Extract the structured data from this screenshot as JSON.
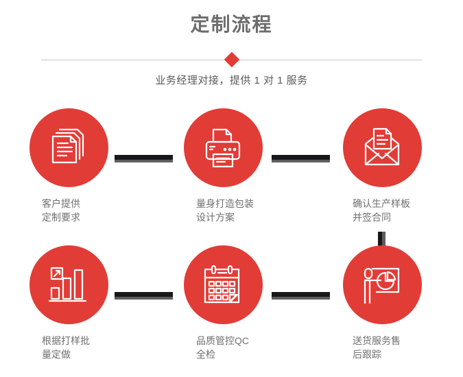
{
  "header": {
    "title": "定制流程",
    "subtitle": "业务经理对接，提供 1 对 1 服务",
    "accent_color": "#e23c37",
    "title_color": "#6d6d6d",
    "divider_color": "#c7c7c7",
    "divider_marker": "red-diamond"
  },
  "flow": {
    "connector_colors": {
      "dark": "#18181a",
      "gray": "#5d5d5d"
    },
    "steps": [
      {
        "index": 1,
        "icon": "documents-stack-icon",
        "label": "客户提供\n定制要求"
      },
      {
        "index": 2,
        "icon": "printer-icon",
        "label": "量身打造包装\n设计方案"
      },
      {
        "index": 3,
        "icon": "envelope-letter-icon",
        "label": "确认生产样板\n并签合同"
      },
      {
        "index": 4,
        "icon": "bar-chart-growth-icon",
        "label": "根据打样批\n量定做"
      },
      {
        "index": 5,
        "icon": "calendar-check-icon",
        "label": "品质管控QC\n全检"
      },
      {
        "index": 6,
        "icon": "presenter-piechart-icon",
        "label": "送货服务售\n后跟踪"
      }
    ]
  }
}
